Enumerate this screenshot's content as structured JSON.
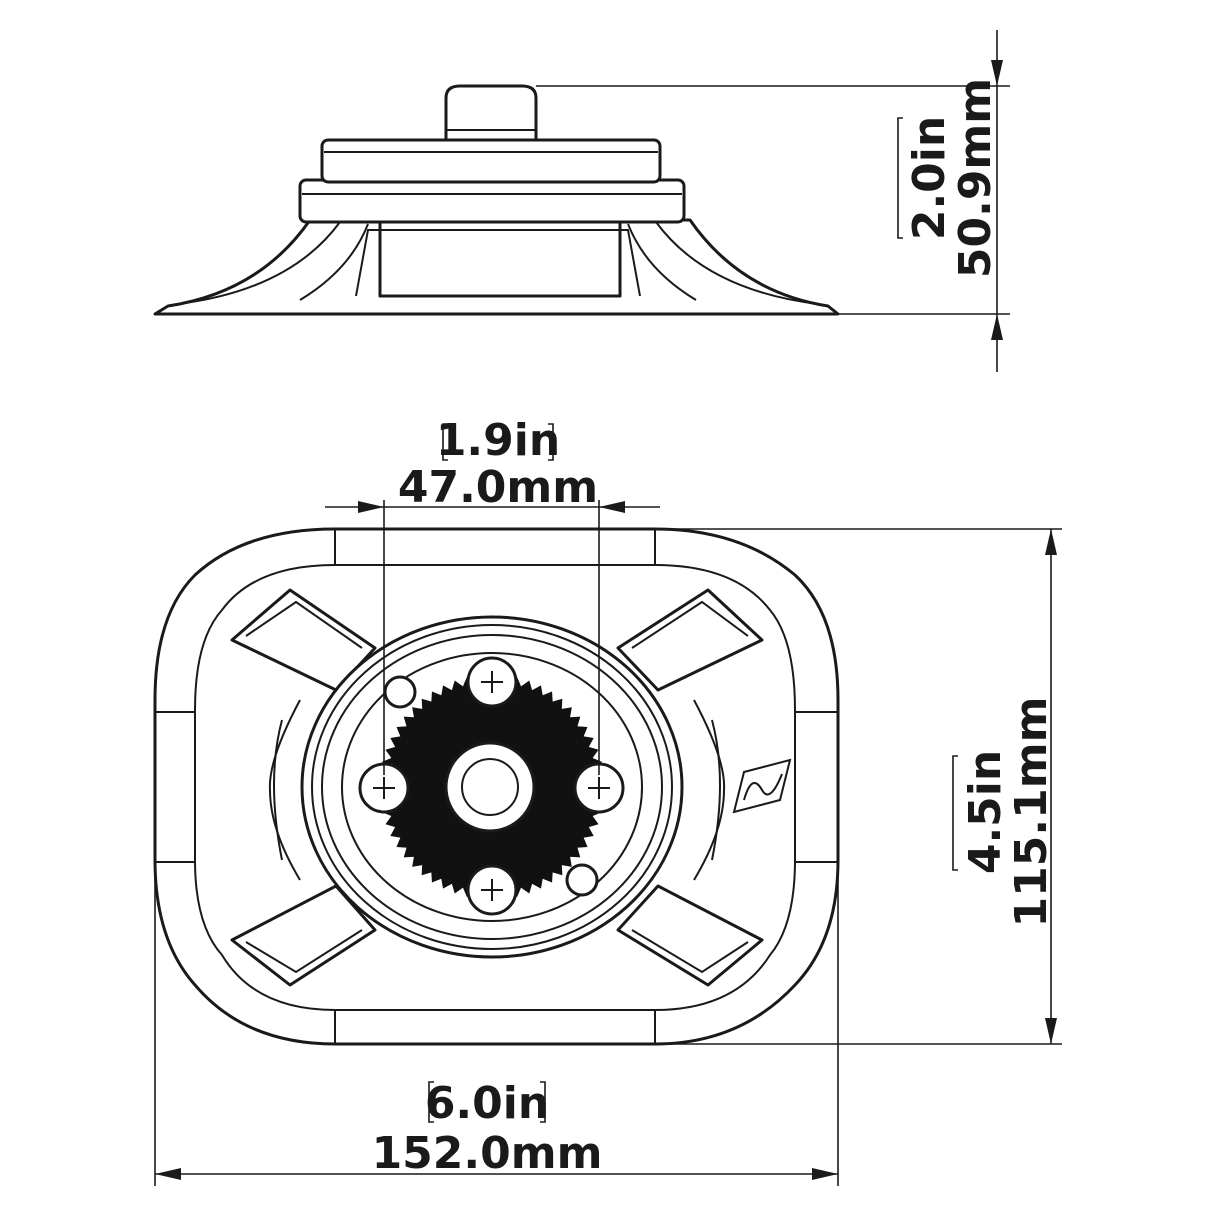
{
  "dimensions": {
    "height": {
      "imperial": "2.0in",
      "metric": "50.9mm"
    },
    "bolt_spacing": {
      "imperial": "1.9in",
      "metric": "47.0mm"
    },
    "base_depth": {
      "imperial": "4.5in",
      "metric": "115.1mm"
    },
    "base_width": {
      "imperial": "6.0in",
      "metric": "152.0mm"
    }
  },
  "colors": {
    "line": "#1a1a1a",
    "background": "#ffffff",
    "hub": "#111111"
  }
}
